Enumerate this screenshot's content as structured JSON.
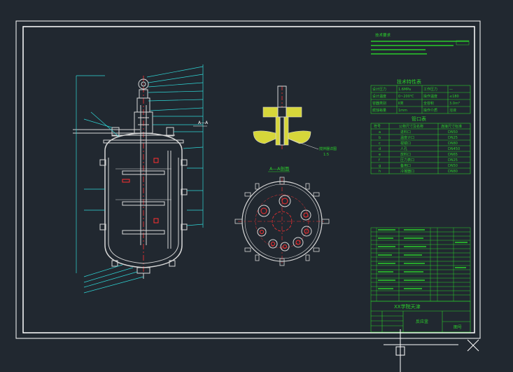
{
  "colors": {
    "background": "#212830",
    "frame": "#ffffff",
    "vessel": "#d8d8d8",
    "centerline": "#ff3030",
    "leader": "#2fd8d8",
    "table_line": "#2bd12b",
    "text": "#2bd12b",
    "section_fill": "#ffff40",
    "cursor": "#ffffff"
  },
  "drawing": {
    "tech_requirements_title": "技术要求",
    "design_table_title": "技术特性表",
    "nozzle_table_title": "管口表",
    "section_label": "A—A剖面",
    "cut_mark": "A—A",
    "company_name": "XX学院天津",
    "drawing_title": "反应釜",
    "scale_label": "图号",
    "nozzle_headers": [
      "符号",
      "公称尺寸及名称",
      "连接尺寸标准"
    ],
    "design_rows": [
      [
        "设计压力",
        "1.6MPa",
        "工作压力",
        "—"
      ],
      [
        "设计温度",
        "0~200℃",
        "操作温度",
        "≤180"
      ],
      [
        "容器类别",
        "Ⅱ类",
        "全容积",
        "3.0m³"
      ],
      [
        "腐蚀裕量",
        "1mm",
        "操作介质",
        "溶液"
      ]
    ],
    "nozzle_rows": [
      [
        "a",
        "进料口",
        "DN50"
      ],
      [
        "b",
        "温度计口",
        "DN25"
      ],
      [
        "c",
        "视镜口",
        "DN80"
      ],
      [
        "d",
        "人孔",
        "DN450"
      ],
      [
        "e",
        "放料口",
        "DN65"
      ],
      [
        "f",
        "压力表口",
        "DN25"
      ],
      [
        "g",
        "备用口",
        "DN50"
      ],
      [
        "h",
        "冷凝器口",
        "DN80"
      ]
    ]
  }
}
